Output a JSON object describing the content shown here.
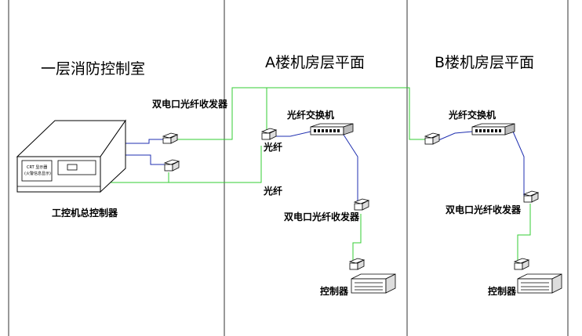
{
  "sections": {
    "control_room": "一层消防控制室",
    "building_a": "A楼机房层平面",
    "building_b": "B楼机房层平面"
  },
  "labels": {
    "transceiver_top": "双电口光纤收发器",
    "fiber_switch_a": "光纤交换机",
    "fiber_a_1": "光纤",
    "fiber_a_2": "光纤",
    "transceiver_a": "双电口光纤收发器",
    "controller_a": "控制器",
    "ipc_controller": "工控机总控制器",
    "fiber_switch_b": "光纤交换机",
    "transceiver_b": "双电口光纤收发器",
    "controller_b": "控制器"
  },
  "ipc_screen": {
    "line1": "CRT 显示器",
    "line2": "(火警信息显示)"
  },
  "colors": {
    "fiber_link": "#33cc33",
    "copper_link": "#1f2fb0",
    "divider": "#333333"
  }
}
